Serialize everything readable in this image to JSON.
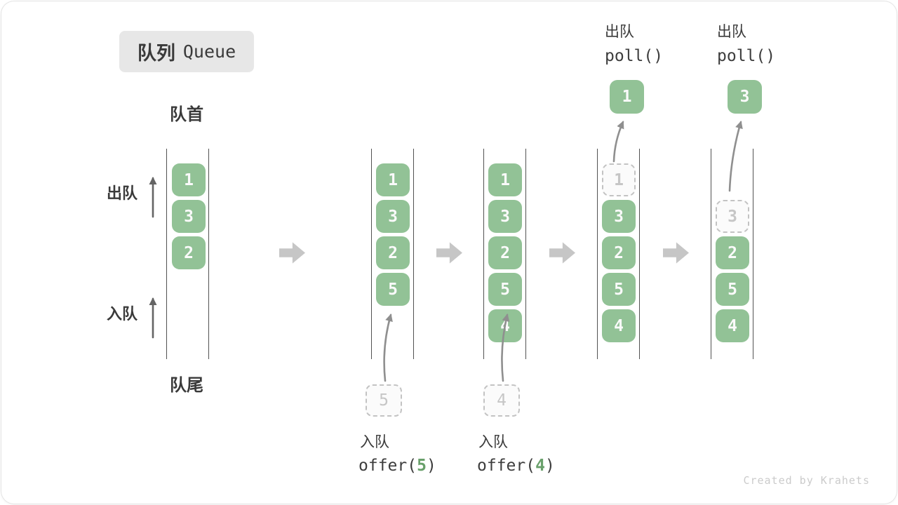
{
  "title": {
    "zh": "队列",
    "en": "Queue"
  },
  "labels": {
    "front": "队首",
    "rear": "队尾",
    "dequeue_side": "出队",
    "enqueue_side": "入队"
  },
  "ops": {
    "enqueue": [
      {
        "name": "入队",
        "fn": "offer(",
        "arg": "5",
        "close": ")"
      },
      {
        "name": "入队",
        "fn": "offer(",
        "arg": "4",
        "close": ")"
      }
    ],
    "dequeue": [
      {
        "name": "出队",
        "code": "poll()"
      },
      {
        "name": "出队",
        "code": "poll()"
      }
    ]
  },
  "columns": [
    {
      "slots": [
        {
          "v": "1",
          "state": "solid"
        },
        {
          "v": "3",
          "state": "solid"
        },
        {
          "v": "2",
          "state": "solid"
        }
      ]
    },
    {
      "slots": [
        {
          "v": "1",
          "state": "solid"
        },
        {
          "v": "3",
          "state": "solid"
        },
        {
          "v": "2",
          "state": "solid"
        },
        {
          "v": "5",
          "state": "solid"
        }
      ],
      "pending": "5"
    },
    {
      "slots": [
        {
          "v": "1",
          "state": "solid"
        },
        {
          "v": "3",
          "state": "solid"
        },
        {
          "v": "2",
          "state": "solid"
        },
        {
          "v": "5",
          "state": "solid"
        },
        {
          "v": "4",
          "state": "solid"
        }
      ],
      "pending": "4"
    },
    {
      "slots": [
        {
          "v": "1",
          "state": "removed"
        },
        {
          "v": "3",
          "state": "solid"
        },
        {
          "v": "2",
          "state": "solid"
        },
        {
          "v": "5",
          "state": "solid"
        },
        {
          "v": "4",
          "state": "solid"
        }
      ],
      "polled": "1"
    },
    {
      "slots": [
        {
          "v": "3",
          "state": "removed"
        },
        {
          "v": "2",
          "state": "solid"
        },
        {
          "v": "5",
          "state": "solid"
        },
        {
          "v": "4",
          "state": "solid"
        }
      ],
      "polled": "3"
    }
  ],
  "colors": {
    "green": "#92c296",
    "green_dark": "#69a06b",
    "text": "#3a3a3a",
    "code_text": "#3d3d3d",
    "dashed_border": "#c3c3c3",
    "dashed_text": "#c6c6c6",
    "line": "#525252",
    "arrow_dark": "#646464",
    "arrow_light": "#8f8f8f",
    "block_arrow": "#c6c6c6",
    "badge_bg": "#e7e7e7",
    "watermark": "#cbcbcb"
  },
  "watermark": "Created by Krahets"
}
